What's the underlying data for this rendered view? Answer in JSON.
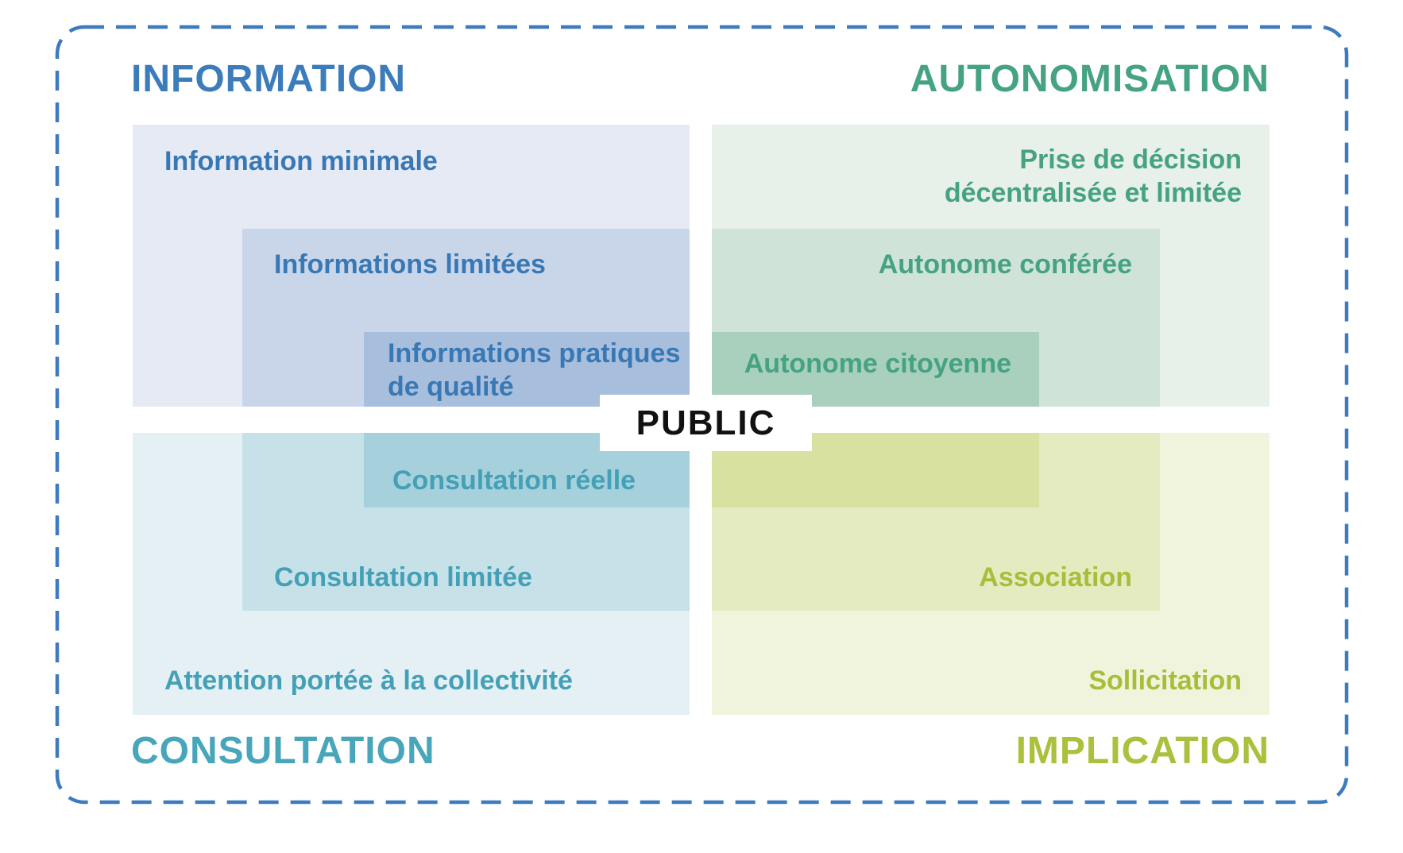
{
  "diagram": {
    "frame_border_color": "#3d7bbe",
    "center_label": {
      "text": "PUBLIC",
      "text_color": "#111111",
      "bg_color": "#ffffff"
    },
    "quadrants": [
      {
        "id": "information",
        "position": "top-left",
        "title": "INFORMATION",
        "title_color": "#3c7cba",
        "label_color": "#3878b4",
        "levels": [
          {
            "label": "Information minimale",
            "color": "#e6eaf4"
          },
          {
            "label": "Informations limitées",
            "color": "#c9d6ea"
          },
          {
            "label": "Informations pratiques\nde qualité",
            "color": "#a8bedd"
          }
        ]
      },
      {
        "id": "autonomisation",
        "position": "top-right",
        "title": "AUTONOMISATION",
        "title_color": "#45a283",
        "label_color": "#45a283",
        "levels": [
          {
            "label": "Prise de décision\ndécentralisée et limitée",
            "color": "#e7f0e9"
          },
          {
            "label": "Autonome conférée",
            "color": "#cfe3d8"
          },
          {
            "label": "Autonome citoyenne",
            "color": "#a9cfbd"
          }
        ]
      },
      {
        "id": "consultation",
        "position": "bottom-left",
        "title": "CONSULTATION",
        "title_color": "#48a6bb",
        "label_color": "#44a0b6",
        "levels": [
          {
            "label": "Attention portée à la collectivité",
            "color": "#e4f0f4"
          },
          {
            "label": "Consultation limitée",
            "color": "#c6e1e8"
          },
          {
            "label": "Consultation réelle",
            "color": "#a5d0dc"
          }
        ]
      },
      {
        "id": "implication",
        "position": "bottom-right",
        "title": "IMPLICATION",
        "title_color": "#acc03d",
        "label_color": "#a9bd3b",
        "levels": [
          {
            "label": "Sollicitation",
            "color": "#f0f4dc"
          },
          {
            "label": "Association",
            "color": "#e4ebc0"
          },
          {
            "label": "",
            "color": "#d8e19f"
          }
        ]
      }
    ]
  }
}
